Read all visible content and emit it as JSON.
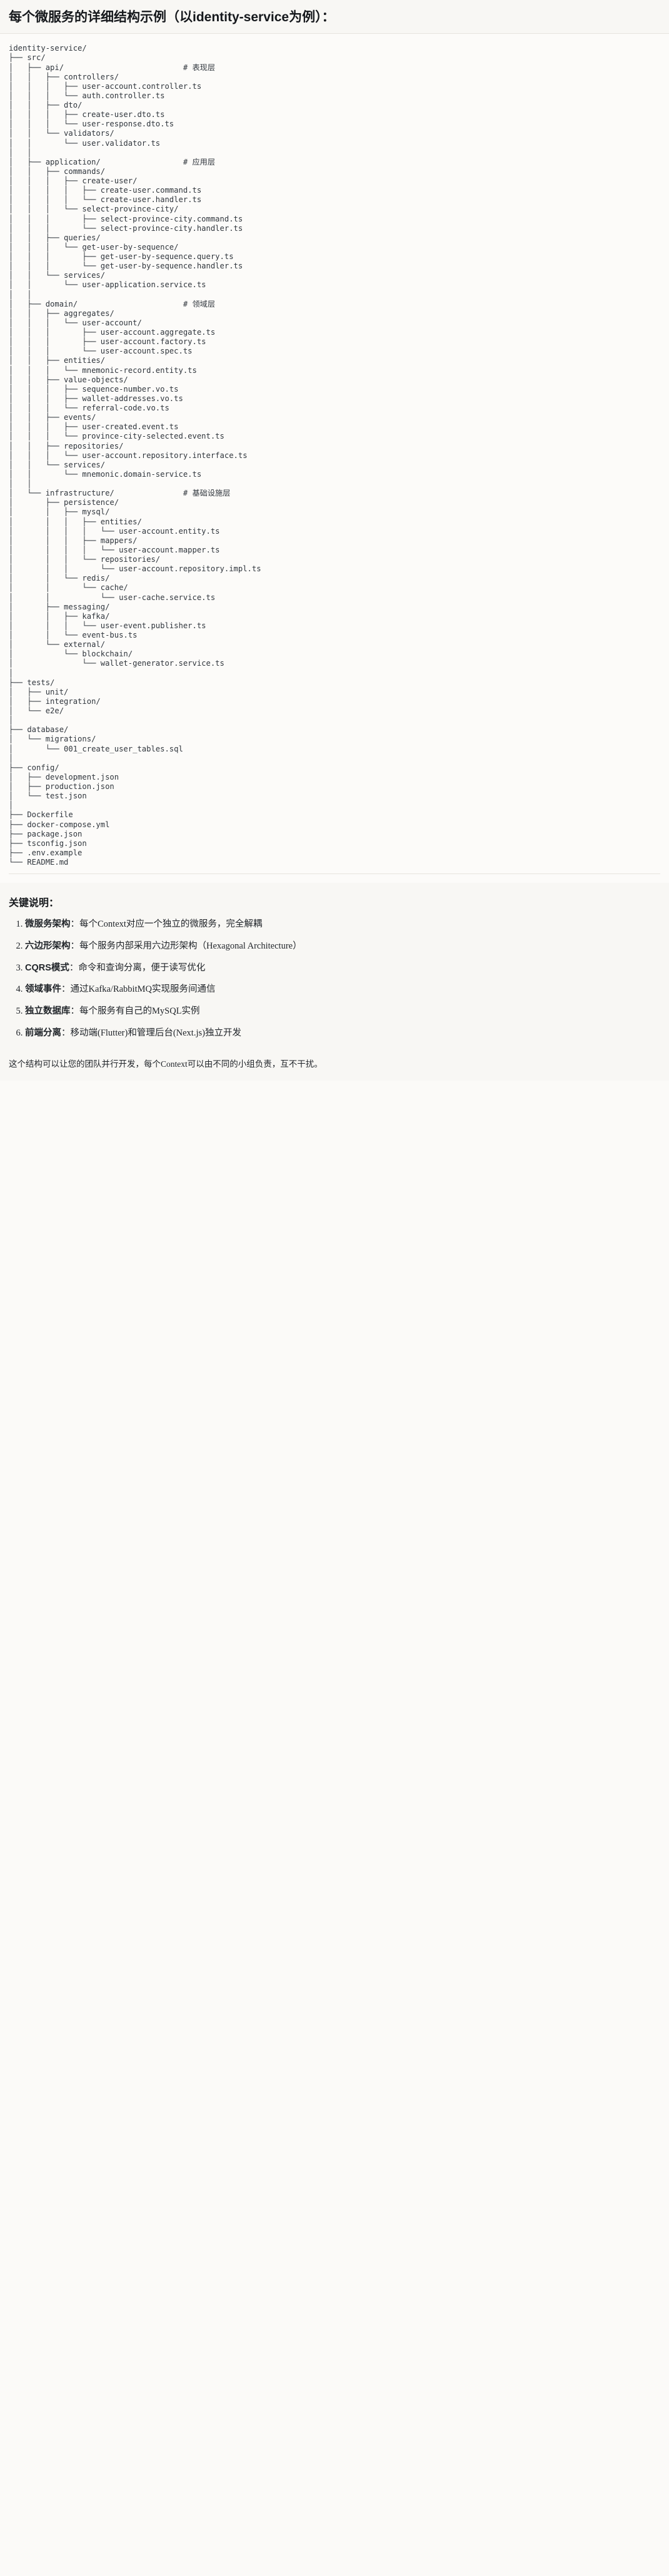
{
  "header": {
    "title": "每个微服务的详细结构示例（以identity-service为例）："
  },
  "tree": {
    "root": "identity-service/",
    "comments": {
      "api": "# 表现层",
      "application": "# 应用层",
      "domain": "# 领域层",
      "infrastructure": "# 基础设施层"
    },
    "text": "identity-service/\n├── src/\n│   ├── api/                          # 表现层\n│   │   ├── controllers/\n│   │   │   ├── user-account.controller.ts\n│   │   │   └── auth.controller.ts\n│   │   ├── dto/\n│   │   │   ├── create-user.dto.ts\n│   │   │   └── user-response.dto.ts\n│   │   └── validators/\n│   │       └── user.validator.ts\n│   │\n│   ├── application/                  # 应用层\n│   │   ├── commands/\n│   │   │   ├── create-user/\n│   │   │   │   ├── create-user.command.ts\n│   │   │   │   └── create-user.handler.ts\n│   │   │   └── select-province-city/\n│   │   │       ├── select-province-city.command.ts\n│   │   │       └── select-province-city.handler.ts\n│   │   ├── queries/\n│   │   │   └── get-user-by-sequence/\n│   │   │       ├── get-user-by-sequence.query.ts\n│   │   │       └── get-user-by-sequence.handler.ts\n│   │   └── services/\n│   │       └── user-application.service.ts\n│   │\n│   ├── domain/                       # 领域层\n│   │   ├── aggregates/\n│   │   │   └── user-account/\n│   │   │       ├── user-account.aggregate.ts\n│   │   │       ├── user-account.factory.ts\n│   │   │       └── user-account.spec.ts\n│   │   ├── entities/\n│   │   │   └── mnemonic-record.entity.ts\n│   │   ├── value-objects/\n│   │   │   ├── sequence-number.vo.ts\n│   │   │   ├── wallet-addresses.vo.ts\n│   │   │   └── referral-code.vo.ts\n│   │   ├── events/\n│   │   │   ├── user-created.event.ts\n│   │   │   └── province-city-selected.event.ts\n│   │   ├── repositories/\n│   │   │   └── user-account.repository.interface.ts\n│   │   └── services/\n│   │       └── mnemonic.domain-service.ts\n│   │\n│   └── infrastructure/               # 基础设施层\n│       ├── persistence/\n│       │   ├── mysql/\n│       │   │   ├── entities/\n│       │   │   │   └── user-account.entity.ts\n│       │   │   ├── mappers/\n│       │   │   │   └── user-account.mapper.ts\n│       │   │   └── repositories/\n│       │   │       └── user-account.repository.impl.ts\n│       │   └── redis/\n│       │       └── cache/\n│       │           └── user-cache.service.ts\n│       ├── messaging/\n│       │   ├── kafka/\n│       │   │   └── user-event.publisher.ts\n│       │   └── event-bus.ts\n│       └── external/\n│           └── blockchain/\n│               └── wallet-generator.service.ts\n│\n├── tests/\n│   ├── unit/\n│   ├── integration/\n│   └── e2e/\n│\n├── database/\n│   └── migrations/\n│       └── 001_create_user_tables.sql\n│\n├── config/\n│   ├── development.json\n│   ├── production.json\n│   └── test.json\n│\n├── Dockerfile\n├── docker-compose.yml\n├── package.json\n├── tsconfig.json\n├── .env.example\n└── README.md"
  },
  "notes": {
    "heading": "关键说明：",
    "items": [
      {
        "key": "微服务架构",
        "value": "：每个Context对应一个独立的微服务，完全解耦"
      },
      {
        "key": "六边形架构",
        "value": "：每个服务内部采用六边形架构（Hexagonal Architecture）"
      },
      {
        "key": "CQRS模式",
        "value": "：命令和查询分离，便于读写优化"
      },
      {
        "key": "领域事件",
        "value": "：通过Kafka/RabbitMQ实现服务间通信"
      },
      {
        "key": "独立数据库",
        "value": "：每个服务有自己的MySQL实例"
      },
      {
        "key": "前端分离",
        "value": "：移动端(Flutter)和管理后台(Next.js)独立开发"
      }
    ],
    "closing": "这个结构可以让您的团队并行开发，每个Context可以由不同的小组负责，互不干扰。"
  }
}
